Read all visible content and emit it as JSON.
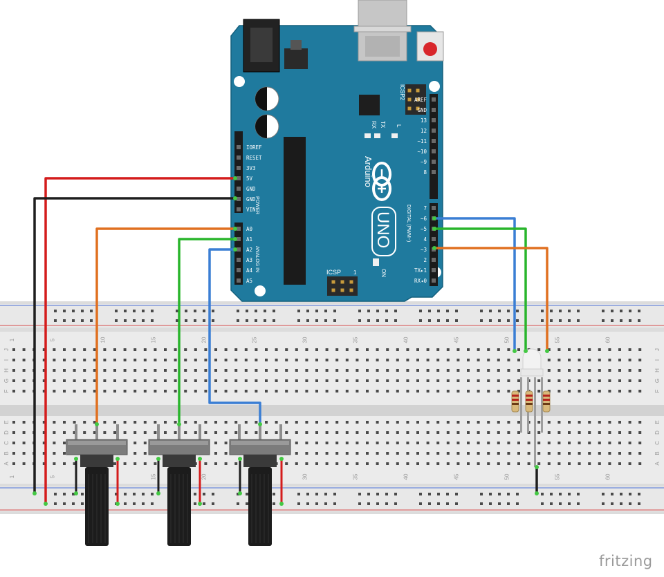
{
  "arduino": {
    "brand": "Arduino",
    "model": "UNO",
    "reset_label": "RESET",
    "icsp2_label": "ICSP2",
    "icsp_label": "ICSP",
    "icsp_pin1": "1",
    "tx_label": "TX",
    "rx_label": "RX",
    "l_label": "L",
    "on_label": "ON",
    "power_header": "POWER",
    "analog_header": "ANALOG IN",
    "digital_header": "DIGITAL (PWM~)",
    "power_pins": [
      "IOREF",
      "RESET",
      "3V3",
      "5V",
      "GND",
      "GND",
      "VIN"
    ],
    "analog_pins": [
      "A0",
      "A1",
      "A2",
      "A3",
      "A4",
      "A5"
    ],
    "digital_pins_top": [
      "AREF",
      "GND",
      "13",
      "12",
      "~11",
      "~10",
      "~9",
      "8"
    ],
    "digital_pins_bottom": [
      "7",
      "~6",
      "~5",
      "4",
      "~3",
      "2",
      "TX▸1",
      "RX◂0"
    ],
    "board_color": "#1f7a9e"
  },
  "breadboard": {
    "column_numbers": [
      "1",
      "5",
      "10",
      "15",
      "20",
      "25",
      "30",
      "35",
      "40",
      "45",
      "50",
      "55",
      "60"
    ],
    "row_letters_top": [
      "J",
      "I",
      "H",
      "G",
      "F"
    ],
    "row_letters_bottom": [
      "E",
      "D",
      "C",
      "B",
      "A"
    ]
  },
  "wires": {
    "red": "#d41c1c",
    "black": "#1e1e1e",
    "orange": "#e07020",
    "green": "#29b52c",
    "blue": "#3a7ed4"
  },
  "logo": "fritzing"
}
